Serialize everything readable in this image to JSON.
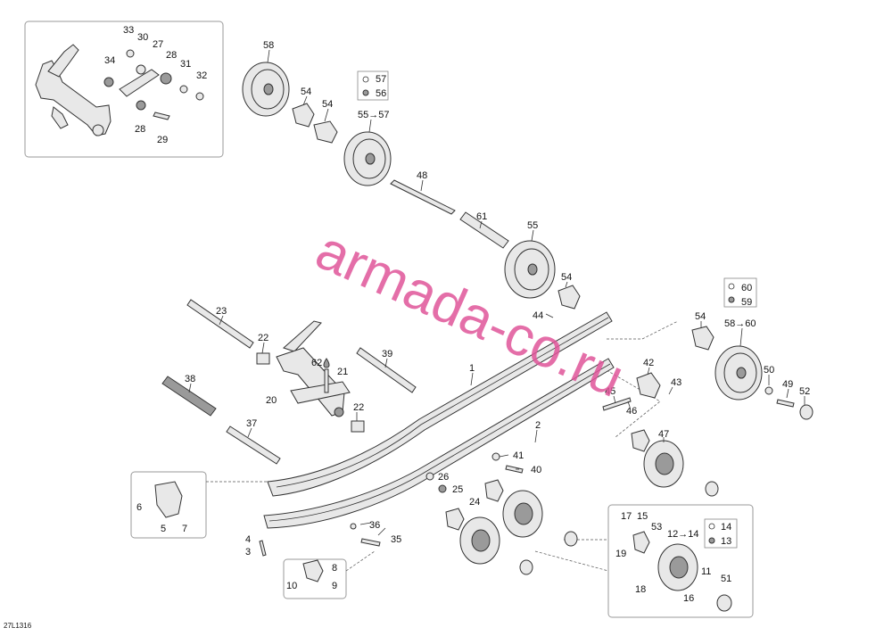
{
  "diagram_code": "27L1316",
  "watermark": "armada-co.ru",
  "callouts": {
    "c1": "1",
    "c2": "2",
    "c3": "3",
    "c4": "4",
    "c5": "5",
    "c6": "6",
    "c7": "7",
    "c8": "8",
    "c9": "9",
    "c10": "10",
    "c11": "11",
    "c12": "12→14",
    "c13": "13",
    "c14": "14",
    "c15": "15",
    "c16": "16",
    "c17": "17",
    "c18": "18",
    "c19": "19",
    "c20": "20",
    "c21": "21",
    "c22a": "22",
    "c22b": "22",
    "c23": "23",
    "c24": "24",
    "c25": "25",
    "c26": "26",
    "c27": "27",
    "c28a": "28",
    "c28b": "28",
    "c29": "29",
    "c30": "30",
    "c31": "31",
    "c32": "32",
    "c33": "33",
    "c34": "34",
    "c35": "35",
    "c36": "36",
    "c37": "37",
    "c38": "38",
    "c39": "39",
    "c40": "40",
    "c41": "41",
    "c42": "42",
    "c43": "43",
    "c44": "44",
    "c45": "45",
    "c46": "46",
    "c47": "47",
    "c48": "48",
    "c49": "49",
    "c50": "50",
    "c51": "51",
    "c52": "52",
    "c53": "53",
    "c54a": "54",
    "c54b": "54",
    "c54c": "54",
    "c54d": "54",
    "c55a": "55→57",
    "c55b": "55",
    "c56": "56",
    "c57": "57",
    "c58a": "58",
    "c58b": "58→60",
    "c59": "59",
    "c60": "60",
    "c61": "61",
    "c62": "62"
  }
}
